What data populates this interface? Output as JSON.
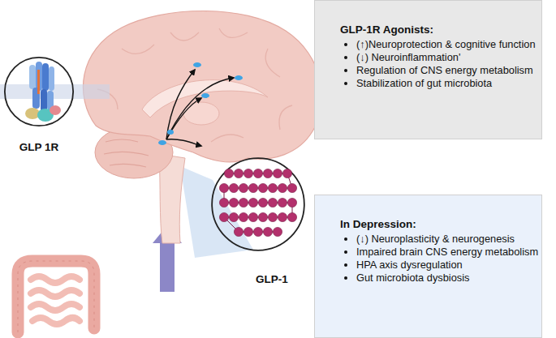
{
  "diagram": {
    "nodes": [
      {
        "text": [
          "GLP 1R"
        ]
      },
      {
        "text": [
          "GLP-1R Agonists:",
          "(↑)Neuroprotection & cognitive function",
          "(↓) Neuroinflammation'",
          "Regulation of CNS energy metabolism",
          "Stabilization of gut microbiota"
        ]
      },
      {
        "text": [
          "GLP-1"
        ]
      },
      {
        "text": [
          "In Depression:",
          "(↓) Neuroplasticity & neurogenesis",
          "Impaired brain CNS energy metabolism",
          "HPA axis dysregulation",
          "Gut microbiota dysbiosis"
        ]
      }
    ]
  }
}
